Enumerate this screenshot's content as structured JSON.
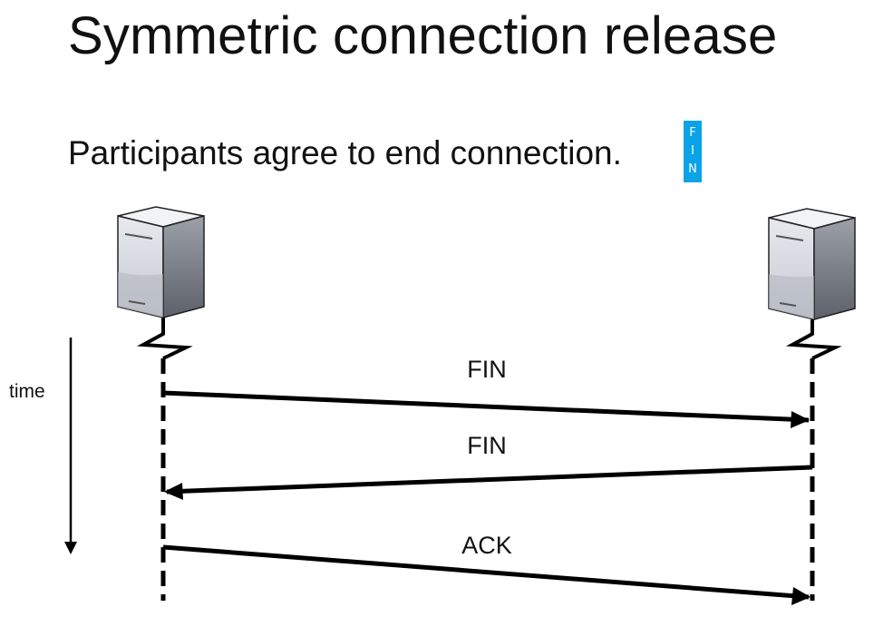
{
  "slide": {
    "title": "Symmetric connection release",
    "subtitle": "Participants agree to end connection.",
    "badge": {
      "letters": [
        "F",
        "I",
        "N"
      ],
      "color": "#0aa3e8"
    }
  },
  "diagram": {
    "time_label": "time",
    "hosts": [
      {
        "name": "left-server",
        "icon": "server-icon"
      },
      {
        "name": "right-server",
        "icon": "server-icon"
      }
    ],
    "messages": [
      {
        "label": "FIN",
        "direction": "left-to-right"
      },
      {
        "label": "FIN",
        "direction": "right-to-left"
      },
      {
        "label": "ACK",
        "direction": "left-to-right"
      }
    ]
  }
}
